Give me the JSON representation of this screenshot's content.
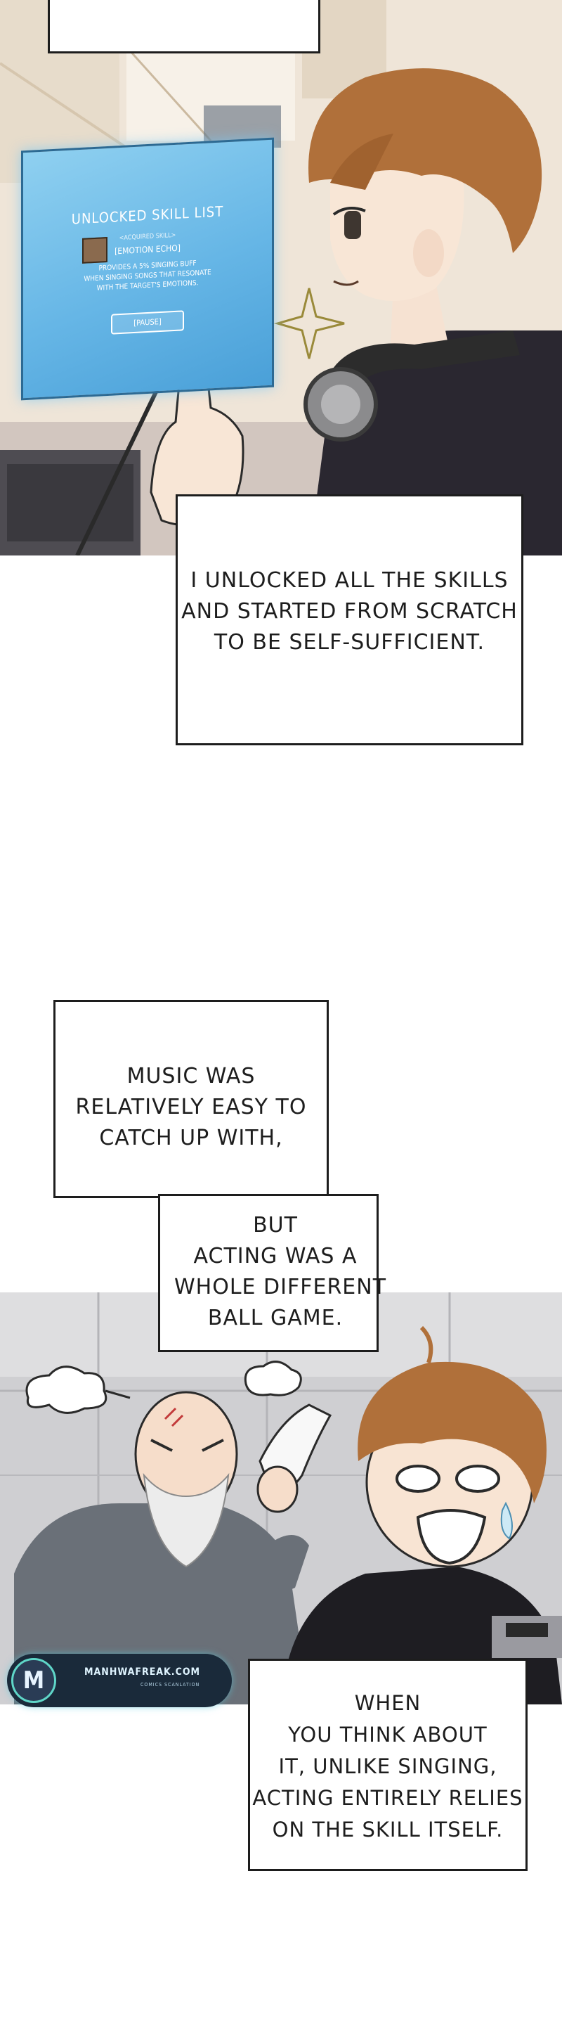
{
  "panel1": {
    "screen": {
      "title": "UNLOCKED SKILL LIST",
      "subtitle": "<ACQUIRED SKILL>",
      "skill_name": "[EMOTION ECHO]",
      "description_lines": [
        "PROVIDES A 5% SINGING BUFF",
        "WHEN SINGING SONGS THAT RESONATE",
        "WITH THE TARGET'S EMOTIONS."
      ],
      "button_label": "[PAUSE]"
    }
  },
  "caption1": {
    "lines": [
      "I UNLOCKED ALL THE SKILLS",
      "AND STARTED FROM SCRATCH",
      "TO BE SELF-SUFFICIENT."
    ]
  },
  "caption2": {
    "lines": [
      "MUSIC WAS",
      "RELATIVELY EASY TO",
      "CATCH UP WITH,"
    ]
  },
  "caption3": {
    "lines": [
      "BUT",
      "ACTING WAS A",
      "WHOLE DIFFERENT",
      "BALL GAME."
    ]
  },
  "caption4": {
    "lines": [
      "WHEN",
      "YOU THINK ABOUT",
      "IT, UNLIKE SINGING,",
      "ACTING ENTIRELY RELIES",
      "ON THE SKILL ITSELF."
    ]
  },
  "watermark": {
    "logo_letter": "M",
    "site": "MANHWAFREAK.COM",
    "tagline": "COMICS SCANLATION"
  },
  "colors": {
    "border": "#1d1d1d",
    "screen_blue": "#66b6e6",
    "hair_brown": "#b0703a"
  }
}
